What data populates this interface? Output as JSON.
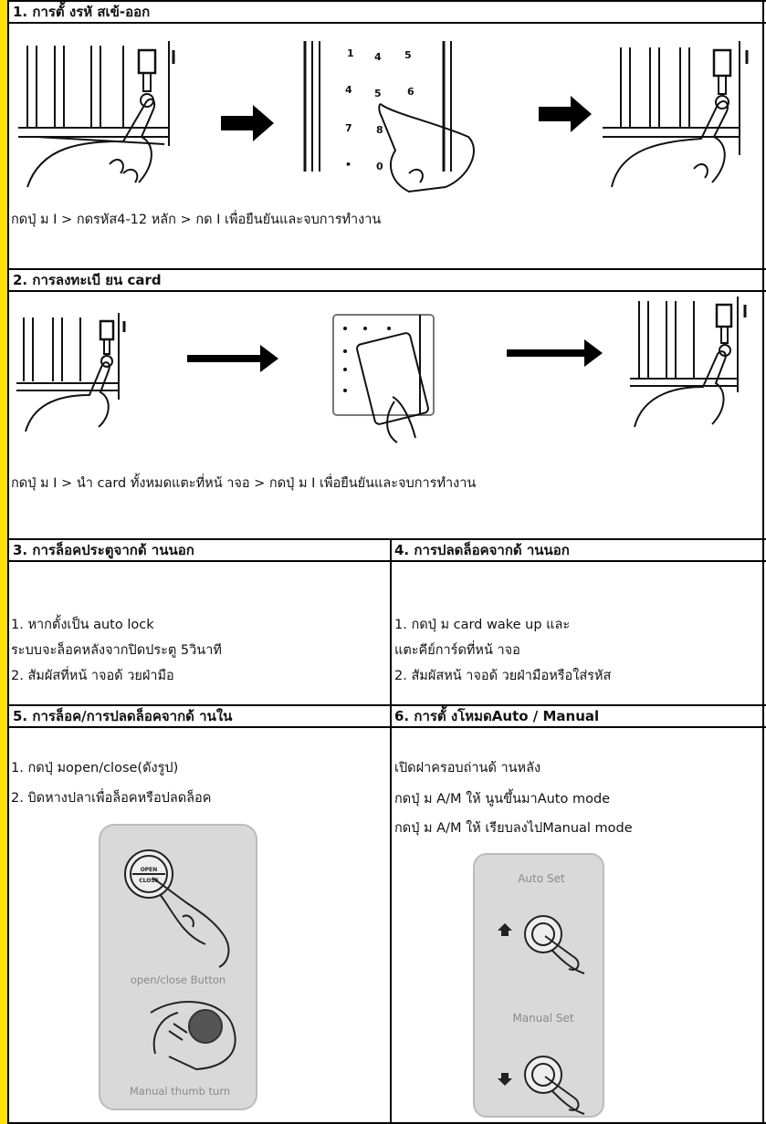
{
  "colors": {
    "accent_line": "#ffe100",
    "border": "#000000",
    "panel_bg": "#d9d9d9"
  },
  "section1": {
    "heading": "1. การตั้ งรหั สเข้-ออก",
    "instruction": "กดปุ่ ม I > กดรหัส4-12 หลัก > กด  I เพื่อยืนยันและจบการทำงาน",
    "keypad_digits": [
      "1",
      "4",
      "5",
      "4",
      "5",
      "6",
      "7",
      "8",
      "•",
      "0"
    ]
  },
  "section2": {
    "heading": "2. การลงทะเบี ยน card",
    "instruction": "กดปุ่ ม I > นำ  card ทั้งหมดแตะที่หน้ าจอ > กดปุ่ ม I เพื่อยืนยันและจบการทำงาน"
  },
  "section3": {
    "heading": "3. การล็อคประตูจากด้ านนอก",
    "lines": [
      "1. หากตั้งเป็น  auto lock",
      "ระบบจะล็อคหลังจากปิดประตู  5วินาที",
      "2. สัมผัสที่หน้ าจอด้ วยฝ่ามือ"
    ]
  },
  "section4": {
    "heading": "4. การปลดล็อคจากด้ านนอก",
    "lines": [
      "1. กดปุ่ ม card wake up และ",
      "แตะคีย์การ์ดที่หน้ าจอ",
      "2. สัมผัสหน้ าจอด้ วยฝ่ามือหรือใส่รหัส"
    ]
  },
  "section5": {
    "heading": "5. การล็อค/การปลดล็อคจากด้ านใน",
    "lines": [
      "1. กดปุ่ มopen/close(ดังรูป)",
      "2. บิดหางปลาเพื่อล็อคหรือปลดล็อค"
    ],
    "panel": {
      "button_top": "OPEN",
      "button_bottom": "CLOSE",
      "caption1": "open/close Button",
      "caption2": "Manual thumb turn"
    }
  },
  "section6": {
    "heading": "6. การตั้ งโหมดAuto / Manual",
    "lines": [
      "เปิดฝาครอบถ่านด้ านหลัง",
      "กดปุ่ ม A/M ให้ นูนขึ้นมาAuto mode",
      "กดปุ่ ม A/M ให้ เรียบลงไปManual mode"
    ],
    "panel": {
      "label_top": "Auto Set",
      "label_bottom": "Manual Set"
    }
  }
}
